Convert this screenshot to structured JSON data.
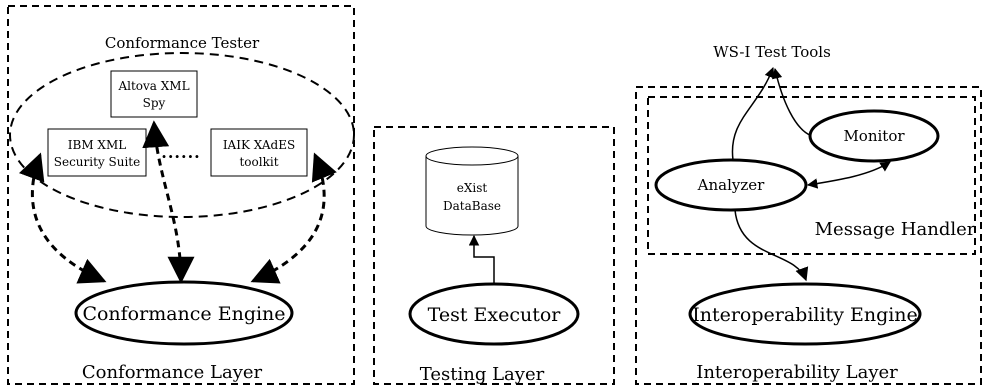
{
  "conformance": {
    "tester_label": "Conformance Tester",
    "tool_altova_line1": "Altova XML",
    "tool_altova_line2": "Spy",
    "tool_ibm_line1": "IBM XML",
    "tool_ibm_line2": "Security Suite",
    "tool_iaik_line1": "IAIK XAdES",
    "tool_iaik_line2": "toolkit",
    "ellipsis": "......",
    "engine": "Conformance Engine",
    "layer": "Conformance Layer"
  },
  "testing": {
    "db_line1": "eXist",
    "db_line2": "DataBase",
    "executor": "Test Executor",
    "layer": "Testing Layer"
  },
  "interop": {
    "wsi": "WS-I Test Tools",
    "monitor": "Monitor",
    "analyzer": "Analyzer",
    "handler": "Message Handler",
    "engine": "Interoperability Engine",
    "layer": "Interoperability Layer"
  }
}
